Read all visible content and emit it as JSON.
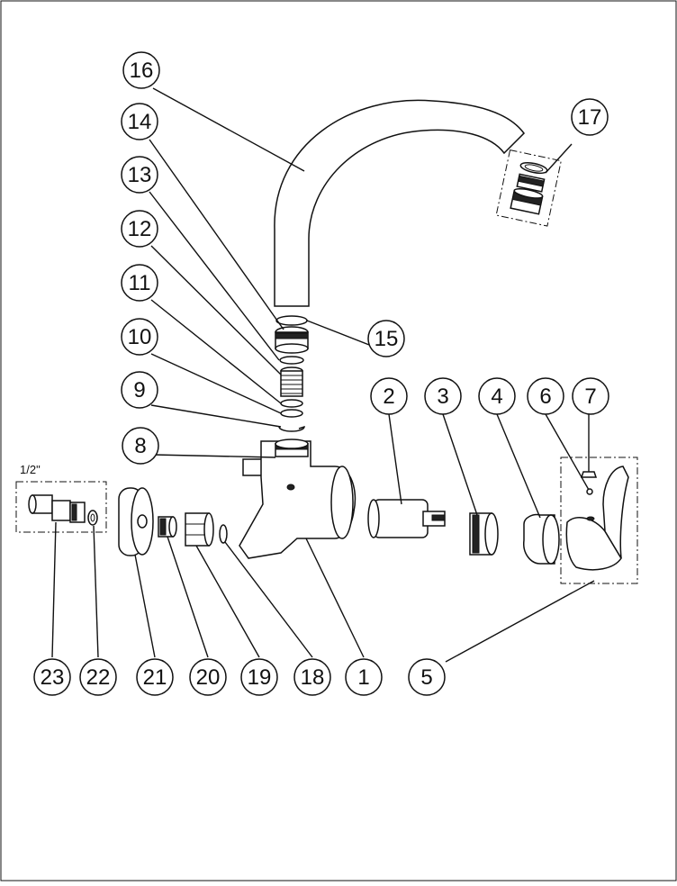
{
  "size_label": "1/2\"",
  "callouts": [
    {
      "id": "c16",
      "label": "16"
    },
    {
      "id": "c14",
      "label": "14"
    },
    {
      "id": "c13",
      "label": "13"
    },
    {
      "id": "c12",
      "label": "12"
    },
    {
      "id": "c11",
      "label": "11"
    },
    {
      "id": "c10",
      "label": "10"
    },
    {
      "id": "c9",
      "label": "9"
    },
    {
      "id": "c8",
      "label": "8"
    },
    {
      "id": "c17",
      "label": "17"
    },
    {
      "id": "c15",
      "label": "15"
    },
    {
      "id": "c2",
      "label": "2"
    },
    {
      "id": "c3",
      "label": "3"
    },
    {
      "id": "c4",
      "label": "4"
    },
    {
      "id": "c6",
      "label": "6"
    },
    {
      "id": "c7",
      "label": "7"
    },
    {
      "id": "c23",
      "label": "23"
    },
    {
      "id": "c22",
      "label": "22"
    },
    {
      "id": "c21",
      "label": "21"
    },
    {
      "id": "c20",
      "label": "20"
    },
    {
      "id": "c19",
      "label": "19"
    },
    {
      "id": "c18",
      "label": "18"
    },
    {
      "id": "c1",
      "label": "1"
    },
    {
      "id": "c5",
      "label": "5"
    }
  ]
}
